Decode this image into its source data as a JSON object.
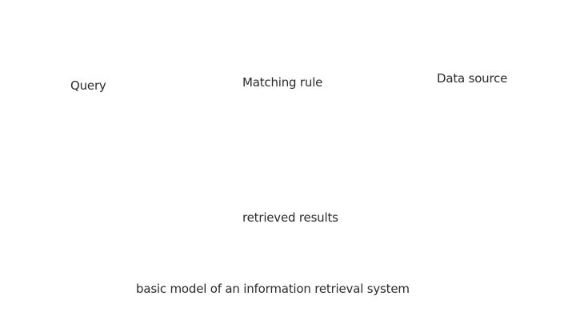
{
  "diagram": {
    "nodes": {
      "query": "Query",
      "matching_rule": "Matching rule",
      "data_source": "Data source",
      "retrieved_results": "retrieved results"
    },
    "caption": "basic model of an information retrieval system"
  }
}
